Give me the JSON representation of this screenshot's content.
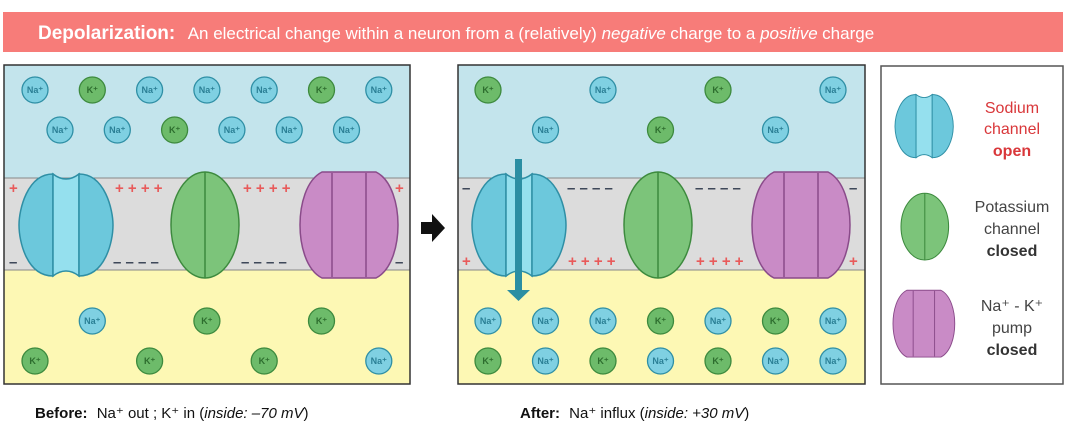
{
  "header": {
    "term": "Depolarization:",
    "definition_pre": "An electrical change within a neuron from a (relatively) ",
    "negative": "negative",
    "definition_mid": " charge to a ",
    "positive": "positive",
    "definition_post": " charge"
  },
  "colors": {
    "header_bg": "#f77c79",
    "outside": "#c3e4ec",
    "membrane": "#dcdcdc",
    "inside": "#fdf8b4",
    "sodium": "#6cc8dc",
    "potassium": "#7cc47a",
    "pump": "#c98bc6",
    "legend_sodium_text": "#d9373a"
  },
  "before": {
    "outside_rows": [
      [
        "Na⁺",
        "K⁺",
        "Na⁺",
        "Na⁺",
        "Na⁺",
        "K⁺",
        "Na⁺"
      ],
      [
        "Na⁺",
        "Na⁺",
        "K⁺",
        "Na⁺",
        "Na⁺",
        "Na⁺"
      ]
    ],
    "inside_rows": [
      [
        null,
        "Na⁺",
        null,
        "K⁺",
        null,
        "K⁺",
        null
      ],
      [
        "K⁺",
        null,
        "K⁺",
        null,
        "K⁺",
        null,
        "Na⁺"
      ]
    ],
    "top_charges": [
      "+",
      "+ + + +",
      "+ + + +",
      "+"
    ],
    "bottom_charges": [
      "–",
      "– – – –",
      "– – – –",
      "–"
    ],
    "caption_label": "Before:",
    "caption_text": "Na⁺ out ; K⁺ in  (",
    "caption_italic": "inside: –70 mV",
    "caption_end": ")"
  },
  "after": {
    "outside_rows": [
      [
        "K⁺",
        null,
        "Na⁺",
        null,
        "K⁺",
        null,
        "Na⁺"
      ],
      [
        null,
        "Na⁺",
        null,
        "K⁺",
        null,
        "Na⁺",
        null
      ]
    ],
    "inside_rows": [
      [
        "Na⁺",
        "Na⁺",
        "Na⁺",
        "K⁺",
        "Na⁺",
        "K⁺",
        "Na⁺"
      ],
      [
        "K⁺",
        "Na⁺",
        "K⁺",
        "Na⁺",
        "K⁺",
        "Na⁺",
        "Na⁺"
      ]
    ],
    "top_charges": [
      "–",
      "– – – –",
      "– – – –",
      "–"
    ],
    "bottom_charges": [
      "+",
      "+ + + +",
      "+ + + +",
      "+"
    ],
    "caption_label": "After:",
    "caption_text": "Na⁺ influx (",
    "caption_italic": "inside: +30 mV",
    "caption_end": ")"
  },
  "legend": {
    "sodium": [
      "Sodium",
      "channel",
      "open"
    ],
    "potassium": [
      "Potassium",
      "channel",
      "closed"
    ],
    "pump": [
      "Na⁺ - K⁺",
      "pump",
      "closed"
    ]
  }
}
